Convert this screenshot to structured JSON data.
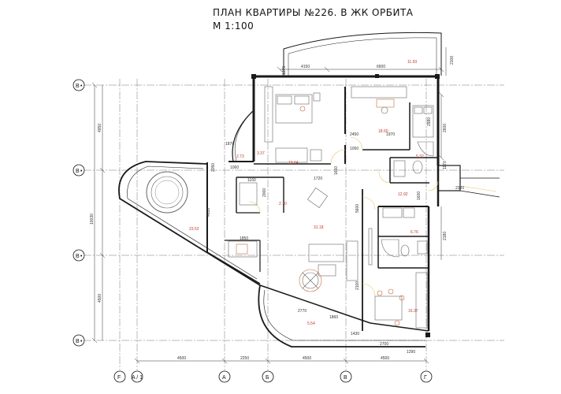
{
  "header": {
    "title": "ПЛАН КВАРТИРЫ №226. В ЖК ОРБИТА",
    "scale": "М 1:100"
  },
  "axes": {
    "rows": [
      "В",
      "В",
      "В",
      "В"
    ],
    "columns": [
      "F",
      "A / 1",
      "A",
      "Б",
      "В",
      "Г"
    ]
  },
  "dimensions": {
    "left_total": "10030",
    "left_segments": [
      "4950",
      "4500"
    ],
    "bottom": [
      "4500",
      "2250",
      "4500",
      "4500",
      "1290"
    ],
    "top": [
      "1370",
      "4150",
      "6600",
      "2100"
    ],
    "right": [
      "2600",
      "1170",
      "2180"
    ],
    "inner": [
      "2450",
      "1970",
      "1050",
      "1160",
      "2000",
      "1850",
      "2100",
      "2770",
      "1860",
      "2700",
      "1430",
      "2320",
      "2050",
      "1060",
      "1650",
      "5600",
      "4010",
      "1720",
      "1600",
      "2980",
      "1870"
    ]
  },
  "areas": {
    "balcony_top": "11.93",
    "bedroom": "19.64",
    "bedroom2": "18.60",
    "corridor": "2.73",
    "bath1": "5.32",
    "hall": "12.92",
    "living": "31.18",
    "room_left": "23.52",
    "bath2": "6.76",
    "kitchen": "16.37",
    "loggia": "5.54",
    "small1": "2.70",
    "small2": "3.37"
  },
  "colors": {
    "wall": "#1a1a1a",
    "grid": "#444444",
    "area_text": "#c0392b",
    "door_arc": "#e8c46a",
    "furniture": "#666666",
    "furniture_accent": "#c86a3c"
  }
}
